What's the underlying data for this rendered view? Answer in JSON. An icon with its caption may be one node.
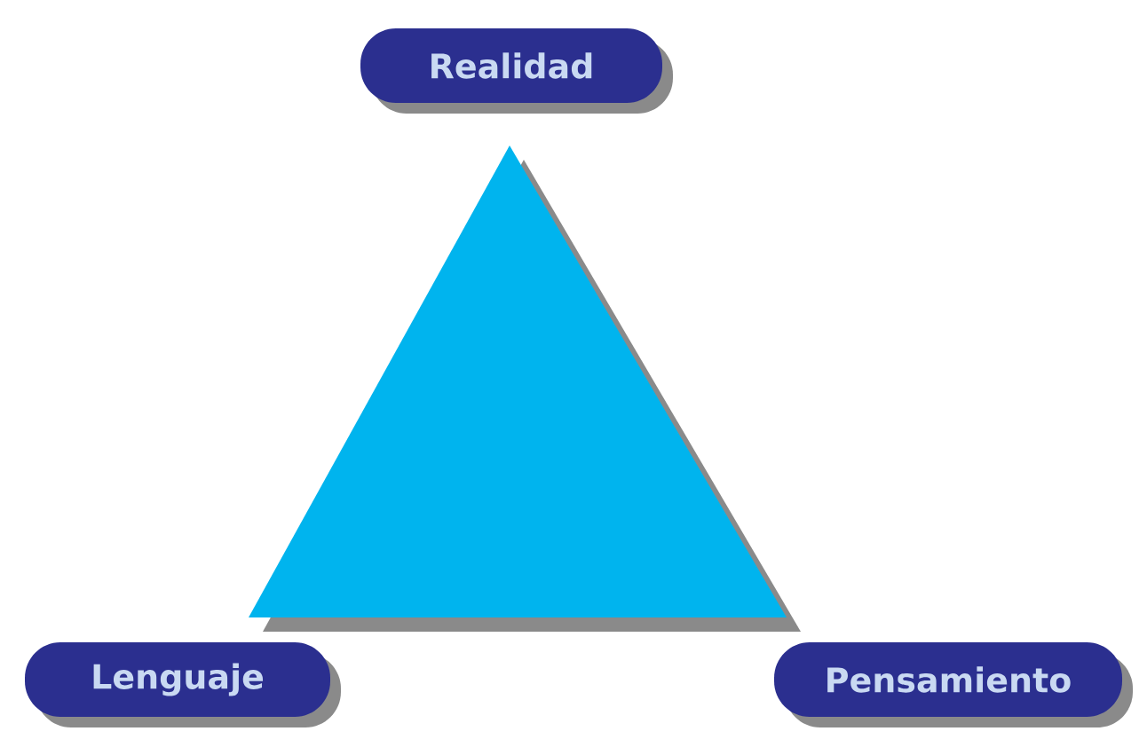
{
  "diagram": {
    "nodes": [
      {
        "text": [
          "Realidad"
        ]
      },
      {
        "text": [
          "Lenguaje"
        ]
      },
      {
        "text": [
          "Pensamiento"
        ]
      }
    ]
  }
}
